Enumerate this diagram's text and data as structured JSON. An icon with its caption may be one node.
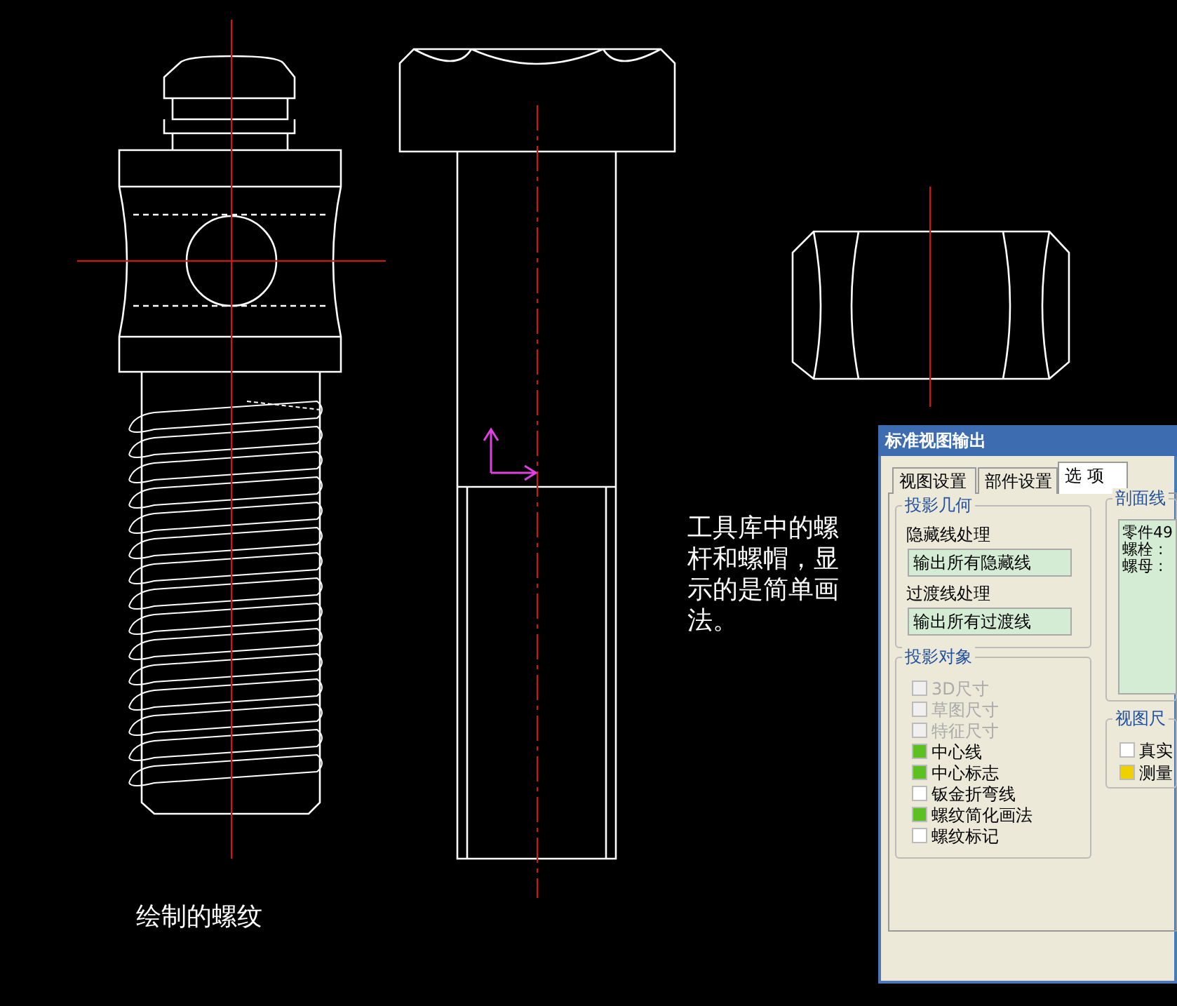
{
  "diagram": {
    "nodes": [
      {
        "text": [
          "标准视图输出"
        ]
      },
      {
        "text": [
          "视图设置"
        ],
        "in": 0
      },
      {
        "text": [
          "部件设置"
        ],
        "in": 0
      },
      {
        "text": [
          "选 项"
        ],
        "in": 0
      },
      {
        "text": [
          "投影几何"
        ],
        "in": 0
      },
      {
        "text": [
          "输出所有隐藏线"
        ],
        "in": 4
      },
      {
        "text": [
          "输出所有过渡线"
        ],
        "in": 4
      },
      {
        "text": [
          "投影对象"
        ],
        "in": 0
      },
      {
        "text": [
          "剖面线"
        ],
        "in": 0
      },
      {
        "text": [
          "零件49",
          "螺栓 :",
          "螺母 :"
        ],
        "in": 8
      },
      {
        "text": [
          "视图尺"
        ],
        "in": 0
      }
    ],
    "edges": [],
    "labels": [
      "工具库中的螺杆和螺帽，显示的是简单画法。",
      "隐藏线处理",
      "过渡线处理",
      "3D尺寸",
      "草图尺寸",
      "特征尺寸",
      "中心线",
      "中心标志",
      "钣金折弯线",
      "螺纹简化画法",
      "螺纹标记",
      "真实",
      "测量",
      "绘制的螺纹"
    ]
  }
}
